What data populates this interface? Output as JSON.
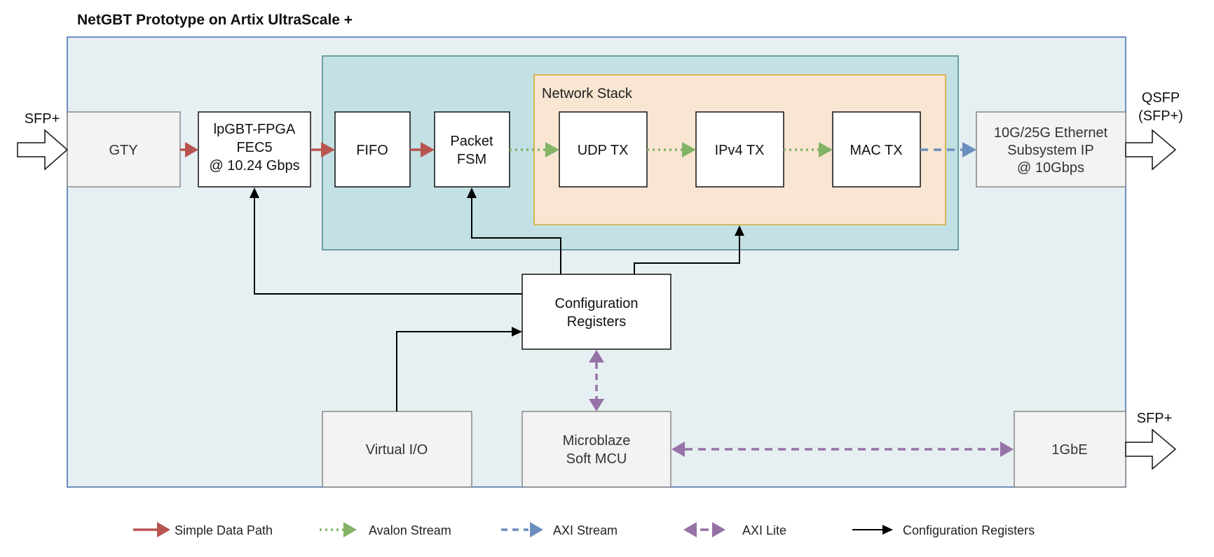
{
  "title": "NetGBT Prototype on Artix UltraScale +",
  "colors": {
    "outer_fill": "#e6eff1",
    "outer_stroke": "#6c8ebf",
    "teal_fill": "#c3e1e5",
    "teal_stroke": "#6e9fa3",
    "stack_fill": "#f8e5d2",
    "stack_stroke": "#d6b656",
    "gray_fill": "#f3f3f3",
    "simple": "#b85450",
    "avalon": "#82b366",
    "axi_stream": "#6c8ebf",
    "axi_lite": "#9673a6",
    "config": "#000000"
  },
  "ports": {
    "sfp_in": "SFP+",
    "qsfp_1": "QSFP",
    "qsfp_2": "(SFP+)",
    "sfp_out": "SFP+"
  },
  "groups": {
    "network_stack": "Network Stack"
  },
  "blocks": {
    "gty": "GTY",
    "lpgbt_1": "lpGBT-FPGA",
    "lpgbt_2": "FEC5",
    "lpgbt_3": "@ 10.24 Gbps",
    "fifo": "FIFO",
    "packet_1": "Packet",
    "packet_2": "FSM",
    "udp": "UDP TX",
    "ipv4": "IPv4 TX",
    "mac": "MAC TX",
    "eth_1": "10G/25G Ethernet",
    "eth_2": "Subsystem IP",
    "eth_3": "@ 10Gbps",
    "config_1": "Configuration",
    "config_2": "Registers",
    "vio": "Virtual I/O",
    "mb_1": "Microblaze",
    "mb_2": "Soft MCU",
    "gbe": "1GbE"
  },
  "legend": [
    {
      "label": "Simple Data Path",
      "style": "simple"
    },
    {
      "label": "Avalon Stream",
      "style": "avalon"
    },
    {
      "label": "AXI Stream",
      "style": "axi_stream"
    },
    {
      "label": "AXI Lite",
      "style": "axi_lite"
    },
    {
      "label": "Configuration Registers",
      "style": "config"
    }
  ]
}
